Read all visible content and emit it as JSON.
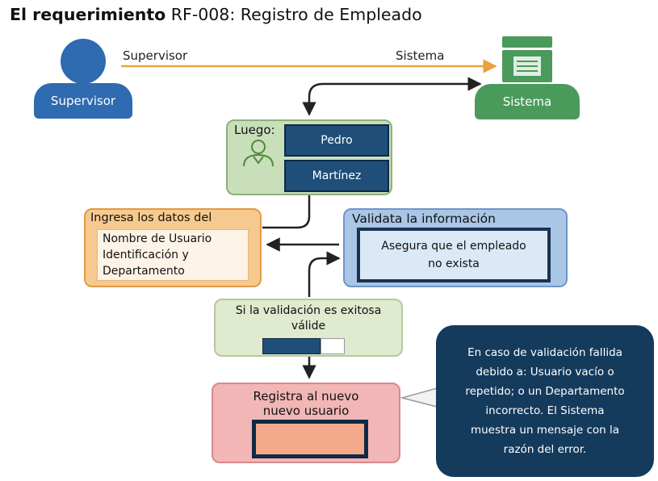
{
  "title": {
    "bold": "El requerimiento",
    "rest": " RF-008: Registro de Empleado"
  },
  "actors": {
    "supervisor": {
      "label": "Supervisor"
    },
    "sistema": {
      "label": "Sistema"
    }
  },
  "top_arrow": {
    "left_label": "Supervisor",
    "right_label": "Sistema"
  },
  "luego": {
    "label": "Luego:",
    "first_name": "Pedro",
    "last_name": "Martínez"
  },
  "ingresa": {
    "title": "Ingresa los datos del",
    "lines": [
      "Nombre de Usuario",
      "Identificación y",
      "Departamento"
    ]
  },
  "valida": {
    "title": "Validata la información",
    "inner_line1": "Asegura que el empleado",
    "inner_line2": "no exista"
  },
  "exitosa": {
    "line1": "Si la validación es exitosa",
    "line2": "válide"
  },
  "registra": {
    "line1": "Registra al nuevo",
    "line2": "nuevo usuario"
  },
  "callout": {
    "lines": [
      "En caso de validación fallida",
      "debido a: Usuario vacío o",
      "repetido; o un Departamento",
      "incorrecto. El Sistema",
      "muestra un mensaje con la",
      "razón del error."
    ]
  },
  "colors": {
    "supervisor_blue": "#2e6bb0",
    "sistema_green": "#4a9a5c",
    "arrow_orange": "#e8a33d",
    "callout_navy": "#143a5c"
  }
}
